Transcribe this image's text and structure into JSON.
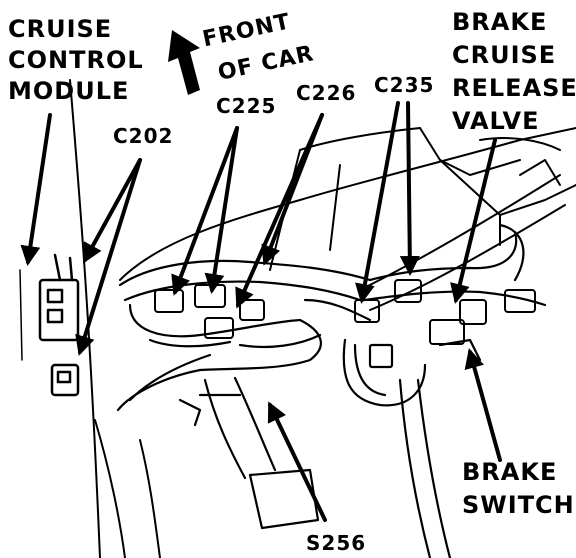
{
  "labels": {
    "cruise_module": [
      "CRUISE",
      "CONTROL",
      "MODULE"
    ],
    "front_of_car": [
      "FRONT",
      "OF CAR"
    ],
    "c202": "C202",
    "c225": "C225",
    "c226": "C226",
    "c235": "C235",
    "brake_release": [
      "BRAKE",
      "CRUISE",
      "RELEASE",
      "VALVE"
    ],
    "brake_switch": [
      "BRAKE",
      "SWITCH"
    ],
    "s256": "S256"
  },
  "colors": {
    "ink": "#000000",
    "paper": "#ffffff"
  }
}
